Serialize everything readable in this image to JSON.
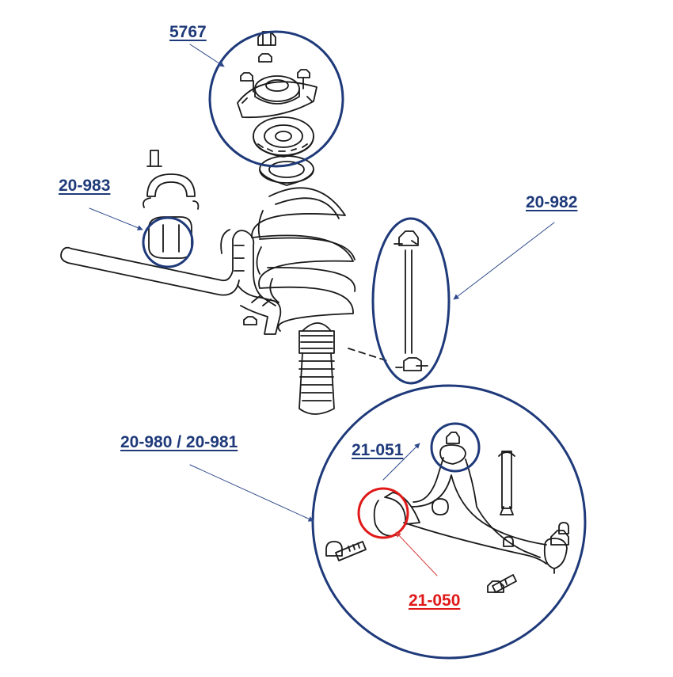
{
  "colors": {
    "callout_blue": "#1f3a7a",
    "callout_red": "#e01818",
    "leader_blue": "#2f4a8c",
    "leader_red": "#d94040",
    "line_art": "#1a1a1a"
  },
  "callouts": {
    "strut_mount": "5767",
    "stabilizer_bushing": "20-983",
    "stabilizer_link": "20-982",
    "control_arm": "20-980 / 20-981",
    "ball_joint": "21-051",
    "arm_bushing": "21-050"
  }
}
